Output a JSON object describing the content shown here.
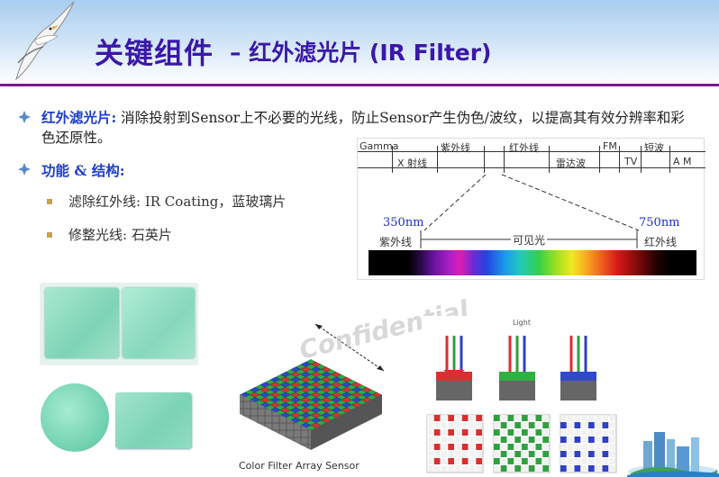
{
  "title": {
    "main": "关键组件",
    "sub": "– 红外滤光片 (IR Filter)"
  },
  "bullets": {
    "b1_keyword": "红外滤光片:",
    "b1_text": " 消除投射到Sensor上不必要的光线，防止Sensor产生伪色/波纹，以提高其有效分辨率和彩色还原性。",
    "b2_text": "功能 & 结构:",
    "sub1": "滤除红外线: IR Coating，蓝玻璃片",
    "sub2": "修整光线: 石英片"
  },
  "spectrum": {
    "top_bands": [
      "Gamma",
      "紫外线",
      "红外线",
      "FM",
      "短波"
    ],
    "bottom_bands": [
      "X 射线",
      "雷达波",
      "TV",
      "A M"
    ],
    "nm_left": "350nm",
    "nm_right": "750nm",
    "label_uv": "紫外线",
    "label_visible": "可见光",
    "label_ir": "红外线"
  },
  "cfa": {
    "caption": "Color Filter Array Sensor",
    "watermark": "Confidential",
    "light_label": "Light"
  },
  "colors": {
    "title": "#3a18a8",
    "accent": "#1f3ec9",
    "rule": "#7a1a8c",
    "filter_glass": "#7fd6b8"
  }
}
